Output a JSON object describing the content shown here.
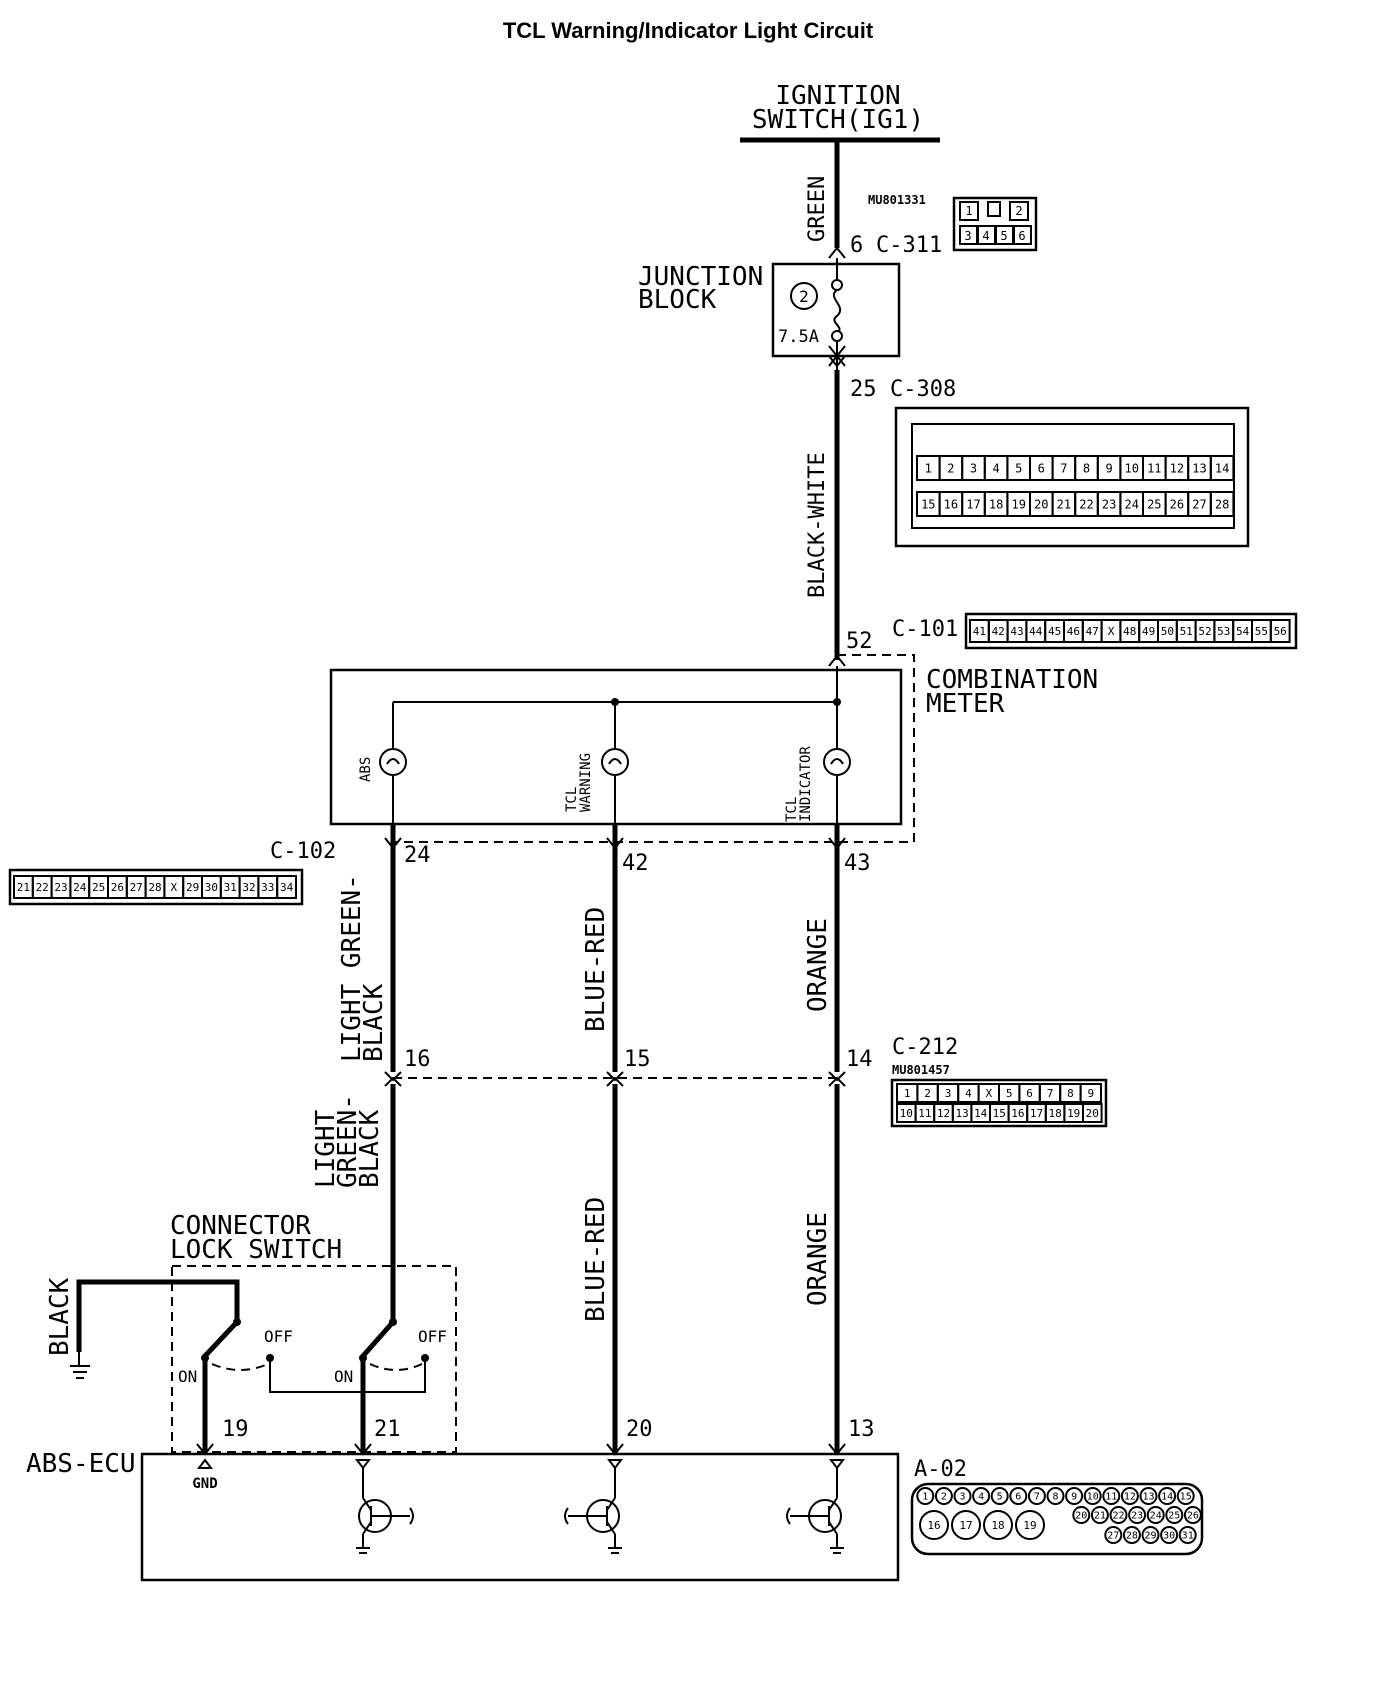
{
  "title": "TCL Warning/Indicator Light Circuit",
  "power_source": {
    "line1": "IGNITION",
    "line2": "SWITCH(IG1)"
  },
  "wires": {
    "green": "GREEN",
    "black_white": "BLACK-WHITE",
    "light_green_black_a": {
      "line1": "LIGHT GREEN-",
      "line2": "BLACK"
    },
    "light_green_black_b": {
      "line1": "LIGHT",
      "line2": "GREEN-",
      "line3": "BLACK"
    },
    "blue_red_a": "BLUE-RED",
    "blue_red_b": "BLUE-RED",
    "orange_a": "ORANGE",
    "orange_b": "ORANGE",
    "black_ground": "BLACK"
  },
  "connectors": {
    "c311": {
      "name": "C-311",
      "pin": "6",
      "part": "MU801331",
      "pins_top": [
        "1",
        "",
        "2"
      ],
      "pins_bottom": [
        "3",
        "4",
        "5",
        "6"
      ]
    },
    "c308": {
      "name": "C-308",
      "pin": "25",
      "pins_top": [
        "1",
        "2",
        "3",
        "4",
        "5",
        "6",
        "7",
        "8",
        "9",
        "10",
        "11",
        "12",
        "13",
        "14"
      ],
      "pins_bottom": [
        "15",
        "16",
        "17",
        "18",
        "19",
        "20",
        "21",
        "22",
        "23",
        "24",
        "25",
        "26",
        "27",
        "28"
      ]
    },
    "c101": {
      "name": "C-101",
      "pin": "52",
      "pins": [
        "41",
        "42",
        "43",
        "44",
        "45",
        "46",
        "47",
        "X",
        "48",
        "49",
        "50",
        "51",
        "52",
        "53",
        "54",
        "55",
        "56"
      ]
    },
    "c102": {
      "name": "C-102",
      "pin_abs": "24",
      "pin_warn": "42",
      "pin_ind": "43",
      "pins": [
        "21",
        "22",
        "23",
        "24",
        "25",
        "26",
        "27",
        "28",
        "X",
        "29",
        "30",
        "31",
        "32",
        "33",
        "34"
      ]
    },
    "c212": {
      "name": "C-212",
      "part": "MU801457",
      "pin_abs": "16",
      "pin_warn": "15",
      "pin_ind": "14",
      "pins_top": [
        "1",
        "2",
        "3",
        "4",
        "X",
        "5",
        "6",
        "7",
        "8",
        "9"
      ],
      "pins_bottom": [
        "10",
        "11",
        "12",
        "13",
        "14",
        "15",
        "16",
        "17",
        "18",
        "19",
        "20"
      ]
    },
    "a02": {
      "name": "A-02",
      "pin_gnd": "19",
      "pin_abs": "21",
      "pin_warn": "20",
      "pin_ind": "13",
      "pins_top": [
        "1",
        "2",
        "3",
        "4",
        "5",
        "6",
        "7",
        "8",
        "9",
        "10",
        "11",
        "12",
        "13",
        "14",
        "15"
      ],
      "pins_mid": [
        "20",
        "21",
        "22",
        "23",
        "24",
        "25",
        "26"
      ],
      "pins_round": [
        "16",
        "17",
        "18",
        "19"
      ],
      "pins_bottom": [
        "27",
        "28",
        "29",
        "30",
        "31"
      ]
    }
  },
  "junction_block": {
    "line1": "JUNCTION",
    "line2": "BLOCK",
    "fuse_no": "2",
    "fuse_rating": "7.5A"
  },
  "combination_meter": {
    "line1": "COMBINATION",
    "line2": "METER",
    "lamps": [
      {
        "line1": "ABS",
        "line2": ""
      },
      {
        "line1": "TCL",
        "line2": "WARNING"
      },
      {
        "line1": "TCL",
        "line2": "INDICATOR"
      }
    ]
  },
  "connector_lock_switch": {
    "line1": "CONNECTOR",
    "line2": "LOCK SWITCH",
    "on": "ON",
    "off": "OFF"
  },
  "abs_ecu": {
    "name": "ABS-ECU",
    "gnd": "GND"
  }
}
